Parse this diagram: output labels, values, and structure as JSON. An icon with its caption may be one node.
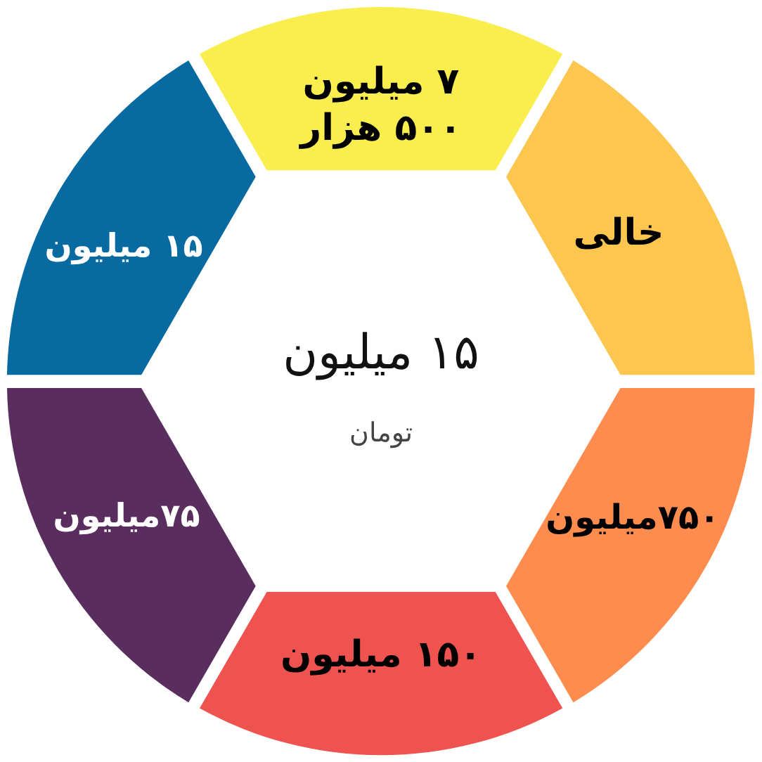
{
  "diagram": {
    "nodes": [
      {
        "text": [
          "۱۵ میلیون",
          "تومان"
        ]
      },
      {
        "text": [
          "۷ میلیون ۵۰۰ هزار"
        ]
      },
      {
        "text": [
          "خالی"
        ]
      },
      {
        "text": [
          "۷۵۰میلیون"
        ]
      },
      {
        "text": [
          "۱۵۰ میلیون"
        ]
      },
      {
        "text": [
          "۷۵میلیون"
        ]
      },
      {
        "text": [
          "۱۵ میلیون"
        ]
      }
    ]
  }
}
